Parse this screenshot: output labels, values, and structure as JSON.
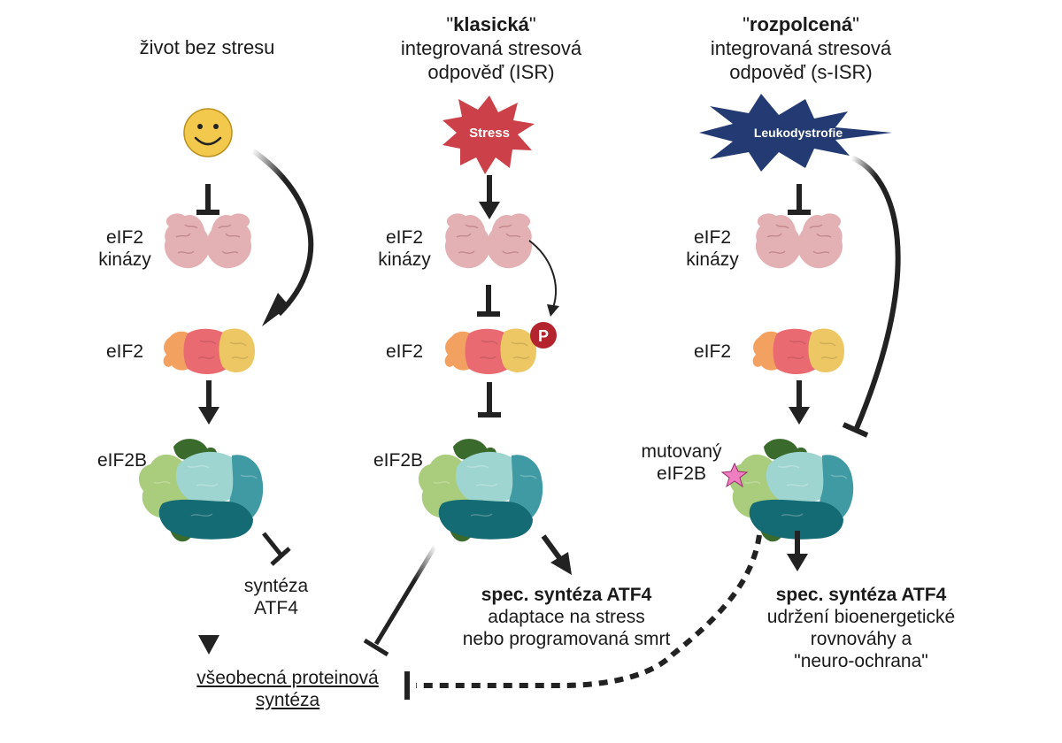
{
  "columns": [
    {
      "id": "no-stress",
      "title": [
        "život bez stresu"
      ],
      "kinase_label": [
        "eIF2",
        "kinázy"
      ],
      "eif2_label": "eIF2",
      "eif2b_label": "eIF2B",
      "side_output": [
        "syntéza",
        "ATF4"
      ]
    },
    {
      "id": "classic-isr",
      "title_quote_open": "\"",
      "title_bold": "klasická",
      "title_quote_close": "\"",
      "title": [
        "integrovaná stresová",
        "odpověď (ISR)"
      ],
      "trigger": "Stress",
      "kinase_label": [
        "eIF2",
        "kinázy"
      ],
      "eif2_label": "eIF2",
      "phospho": "P",
      "eif2b_label": "eIF2B",
      "output_bold": "spec. syntéza ATF4",
      "output": [
        "adaptace na stress",
        "nebo programovaná smrt"
      ]
    },
    {
      "id": "split-isr",
      "title_quote_open": "\"",
      "title_bold": "rozpolcená",
      "title_quote_close": "\"",
      "title": [
        "integrovaná stresová",
        "odpověď (s-ISR)"
      ],
      "trigger": "Leukodystrofie",
      "kinase_label": [
        "eIF2",
        "kinázy"
      ],
      "eif2_label": "eIF2",
      "eif2b_label": [
        "mutovaný",
        "eIF2B"
      ],
      "output_bold": "spec. syntéza ATF4",
      "output": [
        "udržení bioenergetické",
        "rovnováhy a",
        "\"neuro-ochrana\""
      ]
    }
  ],
  "bottom": {
    "general_synthesis": [
      "všeobecná proteinová",
      "syntéza"
    ]
  },
  "colors": {
    "smiley": "#f2c94c",
    "stress_star": "#cc4049",
    "leuko_star": "#233a72",
    "kinase": "#e3b1b4",
    "eif2_orange": "#f3a160",
    "eif2_red": "#ea6a72",
    "eif2_yellow": "#ecc764",
    "eif2b_light_green": "#a9cd7c",
    "eif2b_dark_green": "#3a6a2c",
    "eif2b_light_teal": "#9fd5d1",
    "eif2b_teal": "#3f9aa3",
    "eif2b_dark_teal": "#146b73",
    "phospho": "#b3242e",
    "mutation_star": "#f07fc2",
    "arrow": "#222222"
  }
}
